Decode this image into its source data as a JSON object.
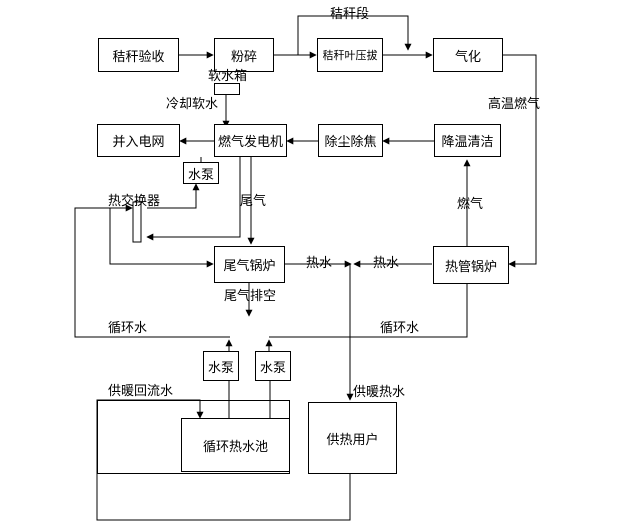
{
  "boxes": {
    "straw_intake": "秸秆验收",
    "crusher": "粉碎",
    "straw_compress": "秸秆叶压拔",
    "gasify": "气化",
    "soft_tank": "",
    "grid": "并入电网",
    "gas_generator": "燃气发电机",
    "dust_removal": "除尘除焦",
    "cooling_clean": "降温清洁",
    "pump_top": "水泵",
    "exhaust_boiler": "尾气锅炉",
    "heatpipe_boiler": "热管锅炉",
    "pump_left": "水泵",
    "pump_right": "水泵",
    "pool": "循环热水池",
    "users": "供热用户"
  },
  "labels": {
    "straw_segment": "秸秆段",
    "soft_tank": "软水箱",
    "cooling_soft_water": "冷却软水",
    "high_temp_gas": "高温燃气",
    "heat_exchanger": "热交换器",
    "exhaust_gas": "尾气",
    "fuel_gas": "燃气",
    "hot_water_left": "热水",
    "hot_water_right": "热水",
    "exhaust_vent": "尾气排空",
    "circ_water_left": "循环水",
    "circ_water_right": "循环水",
    "return_water": "供暖回流水",
    "heating_hot_water": "供暖热水"
  }
}
